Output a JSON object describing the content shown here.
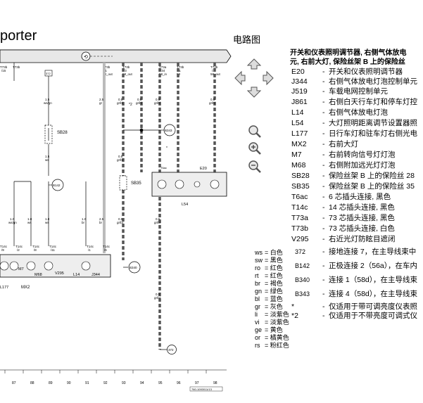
{
  "page": {
    "title": "porter",
    "section_title": "电路图"
  },
  "legend": {
    "header_line1": "开关和仪表照明调节器, 右侧气体放电",
    "header_line2": "元, 右前大灯, 保险丝架 B 上的保险丝",
    "items": [
      {
        "code": "E20",
        "desc": "开关和仪表照明调节器"
      },
      {
        "code": "J344",
        "desc": "右侧气体放电灯泡控制单元"
      },
      {
        "code": "J519",
        "desc": "车载电网控制单元"
      },
      {
        "code": "J861",
        "desc": "右侧白天行车灯和停车灯控"
      },
      {
        "code": "L14",
        "desc": "右侧气体放电灯泡"
      },
      {
        "code": "L54",
        "desc": "大灯照明距离调节设置器照"
      },
      {
        "code": "L177",
        "desc": "日行车灯和驻车灯右侧光电"
      },
      {
        "code": "MX2",
        "desc": "右前大灯"
      },
      {
        "code": "M7",
        "desc": "右前转向信号灯灯泡"
      },
      {
        "code": "M68",
        "desc": "右侧附加远光灯灯泡"
      },
      {
        "code": "SB28",
        "desc": "保险丝架 B 上的保险丝 28"
      },
      {
        "code": "SB35",
        "desc": "保险丝架 B 上的保险丝 35"
      },
      {
        "code": "T6ac",
        "desc": "6 芯插头连接, 黑色"
      },
      {
        "code": "T14c",
        "desc": "14 芯插头连接, 黑色"
      },
      {
        "code": "T73a",
        "desc": "73 芯插头连接, 黑色"
      },
      {
        "code": "T73b",
        "desc": "73 芯插头连接, 白色"
      },
      {
        "code": "V295",
        "desc": "右近光灯防眩目遮闭"
      },
      {
        "code": "372",
        "desc": "接地连接 7，在主导线束中"
      },
      {
        "code": "B142",
        "desc": "正极连接 2（56a），在车内"
      },
      {
        "code": "B340",
        "desc": "连接 1（58d），在主导线束"
      },
      {
        "code": "B343",
        "desc": "连接 4（58d），在主导线束"
      },
      {
        "code": "*",
        "desc": "仅适用于带可调亮度仪表照"
      },
      {
        "code": "*2",
        "desc": "仅适用于不带亮度可调式仪"
      }
    ]
  },
  "wire_colors": [
    {
      "code": "ws",
      "name": "白色"
    },
    {
      "code": "sw",
      "name": "黑色"
    },
    {
      "code": "ro",
      "name": "红色"
    },
    {
      "code": "rt",
      "name": "红色"
    },
    {
      "code": "br",
      "name": "褐色"
    },
    {
      "code": "gn",
      "name": "绿色"
    },
    {
      "code": "bl",
      "name": "蓝色"
    },
    {
      "code": "gr",
      "name": "灰色"
    },
    {
      "code": "li",
      "name": "淡紫色"
    },
    {
      "code": "vi",
      "name": "淡紫色"
    },
    {
      "code": "ge",
      "name": "黄色"
    },
    {
      "code": "or",
      "name": "橘黄色"
    },
    {
      "code": "rs",
      "name": "粉红色"
    }
  ],
  "diagram": {
    "top_labels": [
      {
        "id": "t73b_a",
        "text": "T73b"
      },
      {
        "id": "t73b_a2",
        "text": "/15"
      },
      {
        "id": "t73b_b",
        "text": "T73b"
      },
      {
        "id": "t73b_b2",
        "text": "/1"
      },
      {
        "id": "t73b_b3",
        "text": "58_out"
      },
      {
        "id": "t73b_c",
        "text": "T73a"
      },
      {
        "id": "t73b_c2",
        "text": "/34"
      },
      {
        "id": "t73b_c3",
        "text": "58_in"
      },
      {
        "id": "t73b_d",
        "text": "T73b"
      },
      {
        "id": "t73b_d2",
        "text": "/3"
      },
      {
        "id": "t73b_d3",
        "text": "58_out"
      },
      {
        "id": "t73b_e",
        "text": "T73b"
      },
      {
        "id": "t73b_e2",
        "text": "/1"
      },
      {
        "id": "t73b_e3",
        "text": "58"
      },
      {
        "id": "t73b_f",
        "text": "T73b"
      },
      {
        "id": "t73b_f2",
        "text": "/1"
      },
      {
        "id": "t73b_f3",
        "text": "58_out"
      }
    ],
    "component_labels": {
      "sb28": "SB28",
      "sb35": "SB35",
      "e20": "E20",
      "l54": "L54",
      "m7": "M7",
      "m68": "M68",
      "v295": "V295",
      "l14": "L14",
      "j344": "J344",
      "l177": "L177",
      "mx2": "MX2",
      "b142": "B142",
      "b340": "B340",
      "b343": "B343",
      "g372": "372",
      "j519_marker": "J519",
      "t6ac": "T6ac",
      "star": "*",
      "star2": "*2",
      "top_372": "372"
    },
    "wire_labels": {
      "w1": "1.5",
      "w1c": "ws/gn",
      "w2": "1.5",
      "w2c": "ws",
      "w3": "2.5",
      "w3c": "gr",
      "w4": "0.5",
      "w4c": "gr/bl",
      "w5": "0.5",
      "w5c": "gr/bl",
      "w6": "0.5",
      "w6c": "gr/bl",
      "w7": "0.5",
      "w7c": "gr/bl",
      "w8": "1.0",
      "w8c": "ws/gn",
      "w9": "1.0",
      "w9c": "ws",
      "w10": "1.0",
      "w10c": "ws",
      "w11": "1.0",
      "w11c": "br",
      "w12": "0.5",
      "w12c": "gr/bl",
      "w13": "0.5",
      "w13c": "gr/bl",
      "w14": "2.5",
      "w14c": "br",
      "w15": "0.5",
      "w15c": "gr/bl",
      "w16": "0.5",
      "w16c": "gr/bl"
    },
    "t14c_labels": [
      {
        "text": "T14c",
        "sub": "/9"
      },
      {
        "text": "T14c",
        "sub": "/2"
      },
      {
        "text": "T14c",
        "sub": "/8"
      },
      {
        "text": "T14c",
        "sub": "/11"
      },
      {
        "text": "T14c",
        "sub": "/1"
      },
      {
        "text": "T14c",
        "sub": "/6"
      }
    ],
    "column_numbers": [
      "87",
      "88",
      "89",
      "90",
      "91",
      "92",
      "93",
      "94",
      "95",
      "96",
      "97",
      "98"
    ],
    "doc_code": "760-1000011/13"
  },
  "toolbar": {
    "nav_up": "arrow-up",
    "nav_left": "arrow-left",
    "nav_right": "arrow-right",
    "nav_down": "arrow-down",
    "zoom_in": "zoom-in",
    "zoom_fit": "zoom-fit",
    "zoom_out": "zoom-out"
  }
}
